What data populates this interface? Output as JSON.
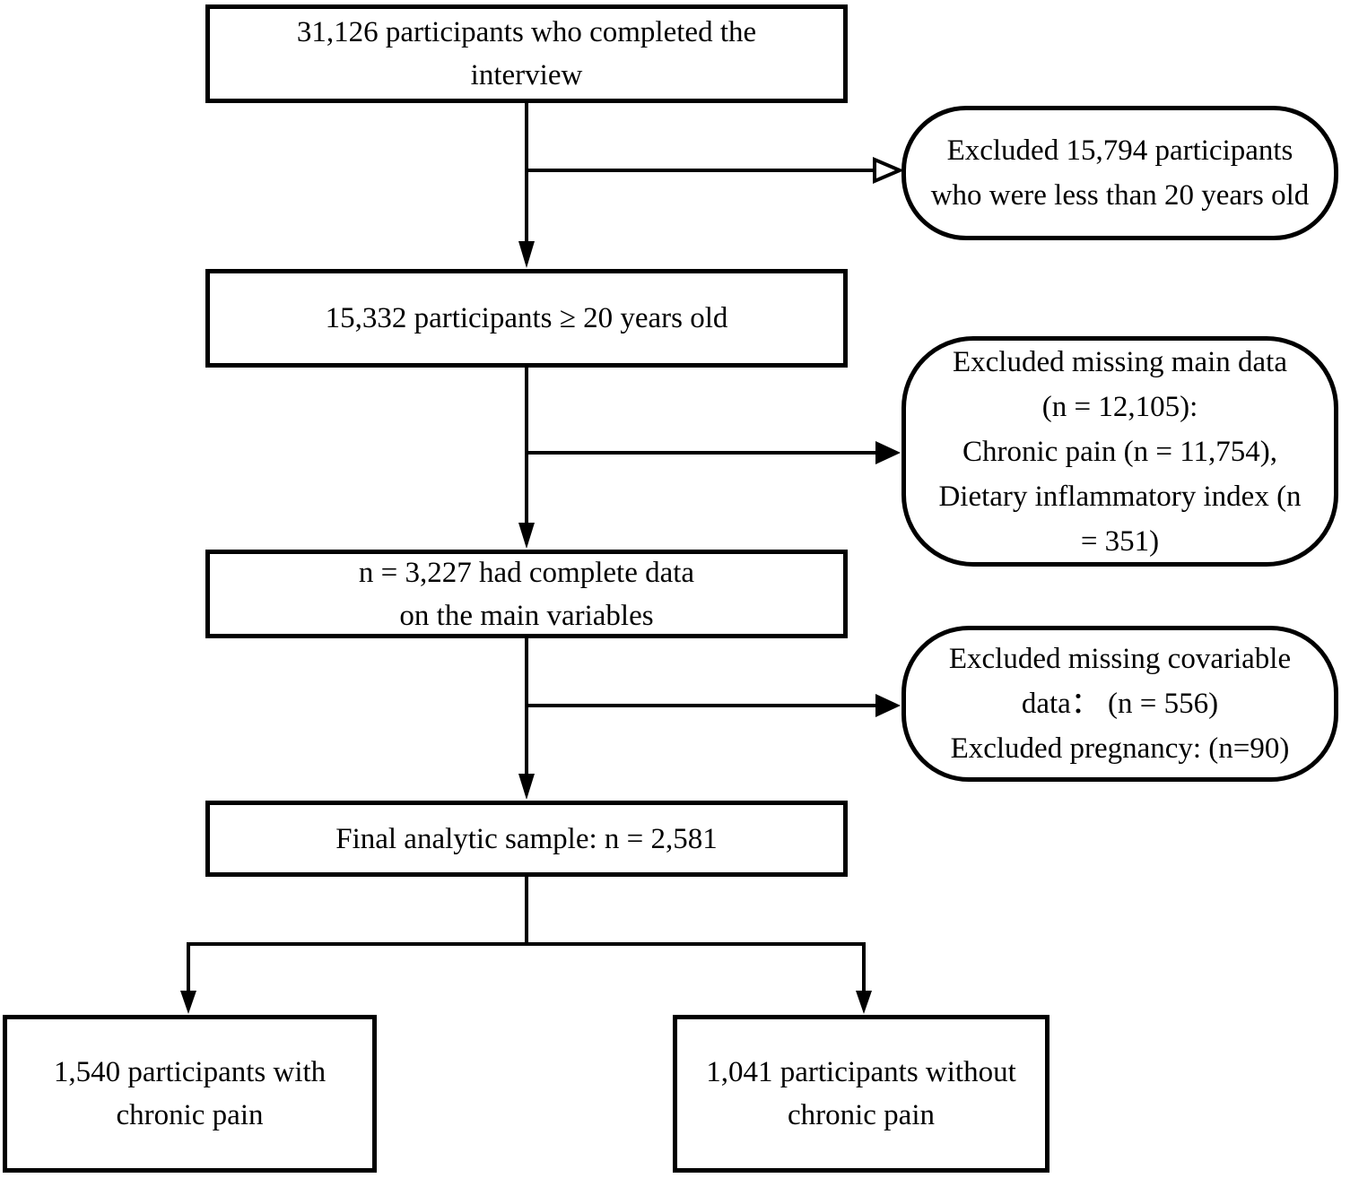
{
  "diagram": {
    "title": "Participant selection flowchart",
    "colors": {
      "ink": "#000000",
      "background": "#ffffff"
    },
    "nodes": {
      "completed_interview": {
        "label": "31,126 participants who completed the\ninterview"
      },
      "age_20_plus": {
        "label": "15,332 participants ≥ 20 years old"
      },
      "complete_main_data": {
        "label": "n = 3,227 had complete data\non the main variables"
      },
      "final_sample": {
        "label": "Final analytic sample: n = 2,581"
      },
      "with_chronic_pain": {
        "label": "1,540 participants with\nchronic pain"
      },
      "without_chronic_pain": {
        "label": "1,041 participants without\nchronic pain"
      }
    },
    "exclusions": {
      "age": {
        "label": "Excluded 15,794 participants\nwho were less than 20 years old"
      },
      "missing_main": {
        "label": "Excluded missing main data\n(n = 12,105):\nChronic pain (n = 11,754),\nDietary inflammatory index (n\n= 351)"
      },
      "covariables": {
        "label": "Excluded missing covariable\ndata： (n = 556)\nExcluded pregnancy: (n=90)"
      }
    }
  }
}
